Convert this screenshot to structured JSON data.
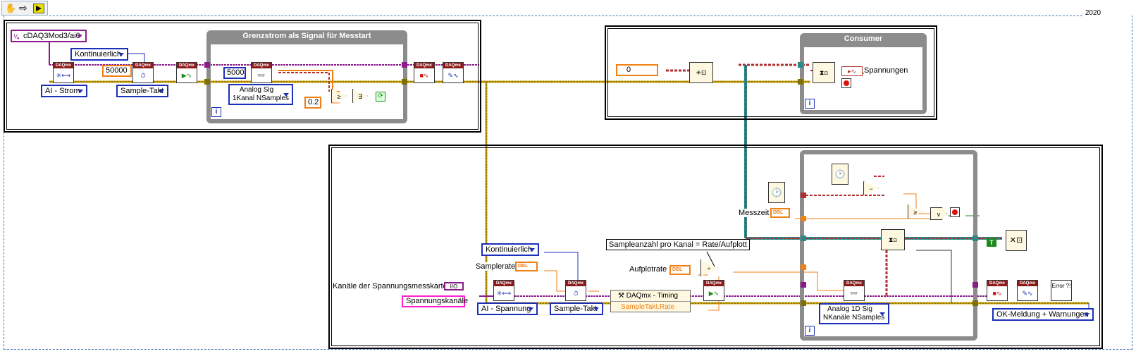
{
  "version_badge": "2020",
  "toolbar": {
    "icons": [
      "hand-icon",
      "arrow-icon",
      "run-arrow-icon"
    ]
  },
  "upper_left": {
    "io_channel": "cDAQ3Mod3/ai0",
    "mode_ring": "Kontinuierlich",
    "sample_count": "50000",
    "ai_type": "AI - Strom",
    "timing_type": "Sample-Takt",
    "loop_title": "Grenzstrom als Signal für Messtart",
    "samples_in_loop": "5000",
    "read_poly": "Analog Sig\n1Kanal NSamples",
    "threshold": "0.2",
    "loop_iter": "i"
  },
  "consumer": {
    "init_value": "0",
    "title": "Consumer",
    "graph_label": "Spannungen",
    "loop_iter": "i"
  },
  "producer": {
    "measure_time_label": "Messzeit",
    "dbl_tag": "DBL",
    "formula_label": "Sampleanzahl pro Kanal = Rate/Aufplott",
    "plot_rate_label": "Aufplotrate",
    "mode_ring": "Kontinuierlich",
    "sample_rate_label": "Samplerate",
    "channels_label": "Kanäle der Spannungsmesskarte",
    "io_tag": "I/O",
    "voltage_channels": "Spannungskanäle",
    "ai_type": "AI - Spannung",
    "timing_type": "Sample-Takt",
    "property_node_title": "DAQmx - Timing",
    "property_node_item": "SampleTakt.Rate",
    "read_poly": "Analog 1D Sig\nNKanäle NSamples",
    "error_ring": "OK-Meldung + Warnungen",
    "error_icon": "Error ?!",
    "bool_const": "T",
    "loop_iter": "i"
  },
  "daqmx_tag": "DAQmx",
  "colors": {
    "wire_error": "#c8a000",
    "wire_task": "#8a1c8a",
    "wire_num": "#f07f14",
    "wire_cluster": "#b03030",
    "loop_border": "#8c8c8c",
    "ring_border": "#1c2fb8"
  }
}
